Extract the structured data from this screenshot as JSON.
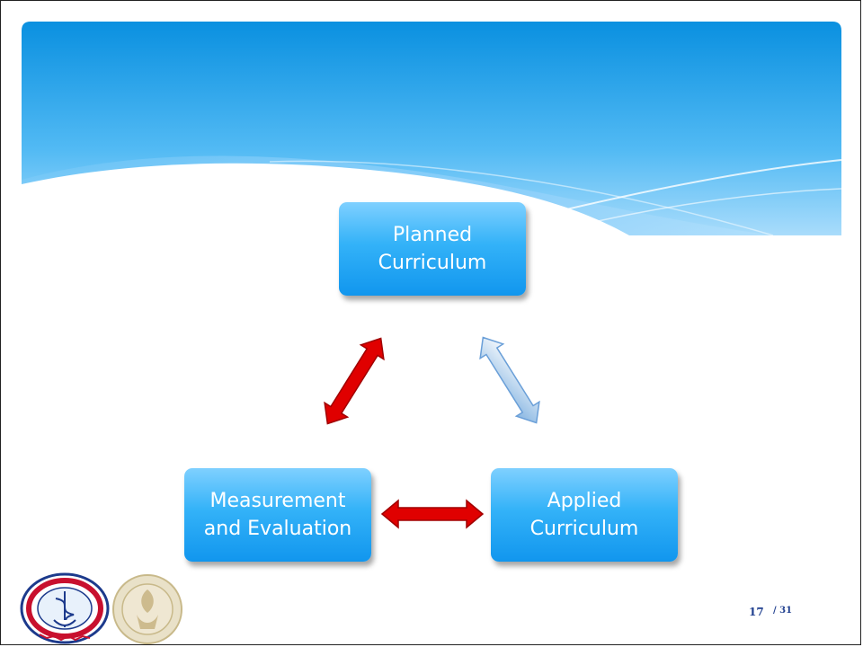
{
  "colors": {
    "header_top": "#0a90e0",
    "node_fill": "#2aaef5",
    "arrow_red": "#e00000"
  },
  "diagram": {
    "nodes": {
      "planned": "Planned\nCurriculum",
      "applied": "Applied\nCurriculum",
      "measurement": "Measurement\nand Evaluation"
    }
  },
  "footer": {
    "page_current": "17",
    "page_total": "/ 31",
    "logos": [
      "university-seal-left",
      "university-seal-right"
    ]
  }
}
